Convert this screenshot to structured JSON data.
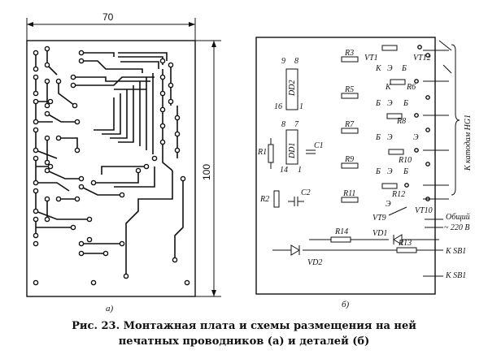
{
  "panel_a": {
    "width_dim": "70",
    "height_dim": "100",
    "sublabel": "а)"
  },
  "panel_b": {
    "sublabel": "б)",
    "components": {
      "r3": "R3",
      "r5": "R5",
      "r7": "R7",
      "r9": "R9",
      "r11": "R11",
      "r1": "R1",
      "r2": "R2",
      "r14": "R14",
      "r13": "R13",
      "c1": "C1",
      "c2": "C2",
      "dd1": "DD1",
      "dd2": "DD2",
      "vd1": "VD1",
      "vd2": "VD2",
      "vt1": "VT1",
      "vt12": "VT12",
      "vt9": "VT9",
      "vt10": "VT10",
      "r6": "R6",
      "r8": "R8",
      "r10": "R10",
      "r12": "R12"
    },
    "pins": {
      "p9": "9",
      "p8": "8",
      "p1a": "1",
      "p16": "16",
      "p7": "7",
      "p8b": "8",
      "p14": "14",
      "p1b": "1"
    },
    "letters": {
      "k": "К",
      "e": "Э",
      "b": "Б"
    },
    "terminals": {
      "hg1": "К катодам HG1",
      "common": "Общий",
      "ac220": "~ 220 В",
      "sb1_top": "К SB1",
      "sb1_bottom": "К SB1"
    }
  },
  "caption": {
    "line1": "Рис. 23. Монтажная плата и схемы размещения на ней",
    "line2": "печатных проводников (а) и деталей (б)"
  }
}
